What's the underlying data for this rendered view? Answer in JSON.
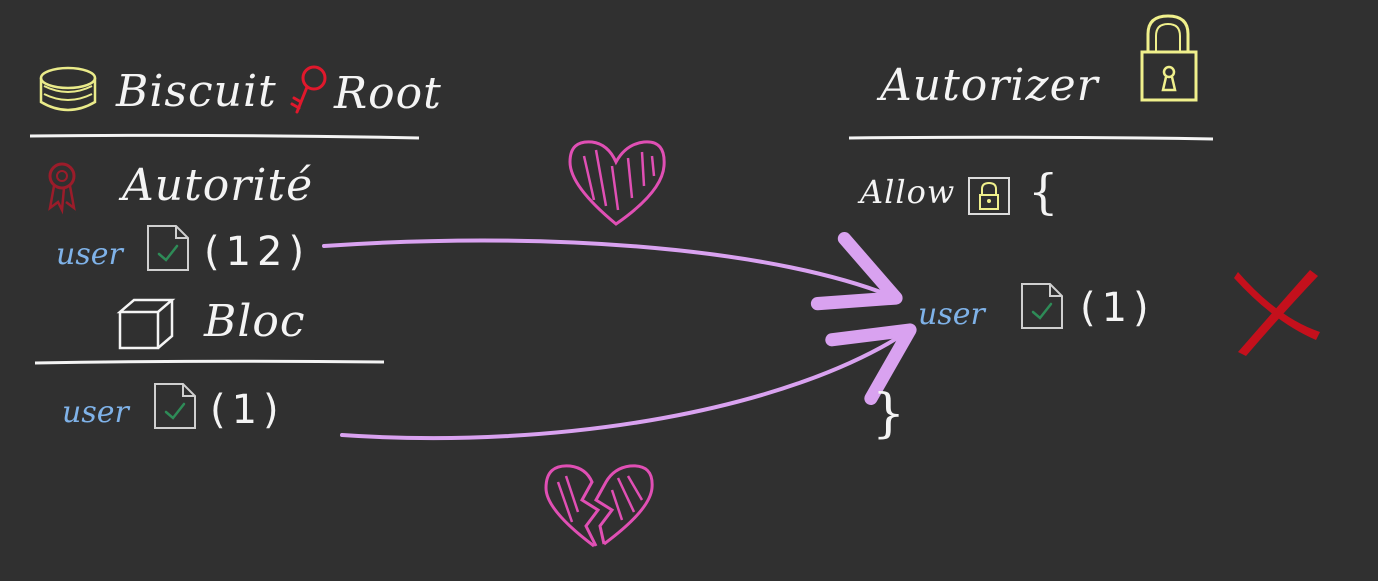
{
  "biscuit": {
    "title": "Biscuit",
    "root_label": "Root",
    "authority": {
      "label": "Autorité",
      "fact": {
        "predicate": "user",
        "value": "(12)"
      }
    },
    "block": {
      "label": "Bloc",
      "fact": {
        "predicate": "user",
        "value": "(1)"
      }
    }
  },
  "authorizer": {
    "title": "Autorizer",
    "allow_label": "Allow",
    "open_brace": "{",
    "close_brace": "}",
    "fact": {
      "predicate": "user",
      "value": "(1)"
    },
    "result": "rejected"
  },
  "colors": {
    "background": "#303030",
    "text": "#f4f4f4",
    "user": "#7fb2e8",
    "arrow": "#d9a2f0",
    "heart": "#e04fb4",
    "cross": "#c4101c",
    "key": "#e0182c",
    "lock": "#f0f08c",
    "biscuit": "#eaeb8a",
    "doc_check": "#2e8b57",
    "seal": "#9b1c2a"
  },
  "icons": {
    "biscuit": "biscuit-icon",
    "key": "key-icon",
    "lock": "padlock-icon",
    "seal": "seal-icon",
    "block": "cube-icon",
    "document": "document-check-icon",
    "heart": "heart-icon",
    "broken_heart": "broken-heart-icon",
    "cross": "cross-icon"
  }
}
